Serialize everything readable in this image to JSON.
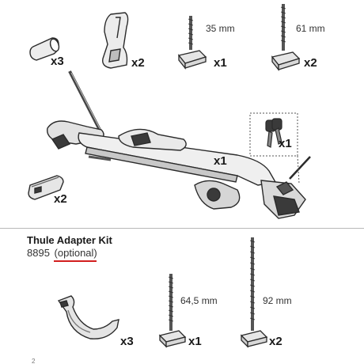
{
  "quantities": {
    "sleeve": "x3",
    "clamp_holder": "x2",
    "bolt_35": "x1",
    "bolt_61": "x2",
    "key": "x1",
    "main_carrier": "x1",
    "strap_pad": "x2",
    "adapter_clamp": "x3",
    "bolt_64_5": "x1",
    "bolt_92": "x2"
  },
  "dimensions": {
    "bolt_35": "35 mm",
    "bolt_61": "61 mm",
    "bolt_64_5": "64,5 mm",
    "bolt_92": "92 mm"
  },
  "adapter_kit": {
    "title": "Thule Adapter Kit",
    "number": "8895",
    "optional": "(optional)"
  },
  "page_number": "2",
  "colors": {
    "line": "#2a2a2a",
    "part_fill": "#e8e8e8",
    "dark_part": "#3a3a3a",
    "accent_underline": "#d21f1f",
    "separator": "#b8b8b8"
  }
}
